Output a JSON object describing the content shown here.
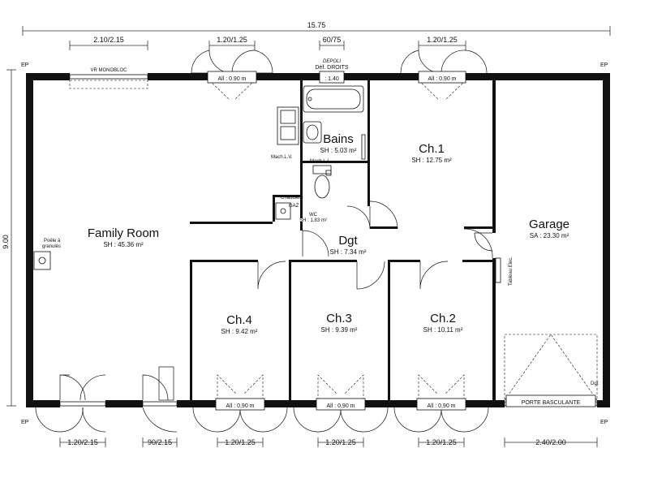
{
  "dimensions": {
    "total_width": "15.75",
    "total_height": "9.00",
    "top": [
      "2.10/2.15",
      "1.20/1.25",
      "60/75",
      "1.20/1.25"
    ],
    "bottom": [
      "1.20/2.15",
      "90/2.15",
      "1.20/1.25",
      "1.20/1.25",
      "1.20/1.25",
      "2.40/2.00"
    ]
  },
  "corners": {
    "ep": "EP"
  },
  "rooms": {
    "family": {
      "name": "Family Room",
      "area": "SH : 45.36 m²"
    },
    "bains": {
      "name": "Bains",
      "area": "SH : 5.03 m²"
    },
    "ch1": {
      "name": "Ch.1",
      "area": "SH : 12.75 m²"
    },
    "garage": {
      "name": "Garage",
      "area": "SA : 23.30 m²"
    },
    "dgt": {
      "name": "Dgt",
      "area": "SH : 7.34 m²"
    },
    "wc": {
      "name": "WC",
      "area": "SH : 1.83 m²"
    },
    "ch4": {
      "name": "Ch.4",
      "area": "SH : 9.42 m²"
    },
    "ch3": {
      "name": "Ch.3",
      "area": "SH : 9.39 m²"
    },
    "ch2": {
      "name": "Ch.2",
      "area": "SH : 10.11 m²"
    }
  },
  "annotations": {
    "vr_monobloc": "VR MONOBLOC",
    "depoli": "DEPOLI",
    "def_droits": "Déf. DROITS",
    "sill_top_left": "All : 0.90 m",
    "sill_top_mid": ": 1.40",
    "sill_top_right": "All : 0.90 m",
    "sill_ch4": "All : 0,90 m",
    "sill_ch3": "All : 0,90 m",
    "sill_ch2": "All : 0,90 m",
    "mach_lv": "Mach.L.V.",
    "mach_ll": "Mach.L.L",
    "chaudiere": "Chaudière",
    "gaz": "GAZ",
    "poele_1": "Poêle à",
    "poele_2": "granulés",
    "tableau": "Tableau Elec.",
    "porte_basculante": "PORTE BASCULANTE",
    "dgt_small": "Dgt"
  }
}
